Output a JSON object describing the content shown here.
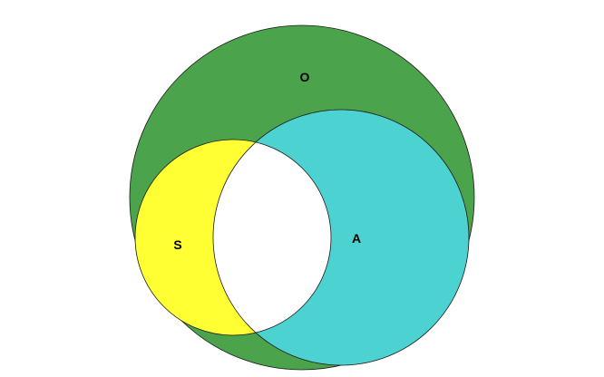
{
  "diagram": {
    "type": "venn",
    "sets": [
      {
        "label": "O",
        "color": "#4ba44b"
      },
      {
        "label": "S",
        "color": "#ffff33"
      },
      {
        "label": "A",
        "color": "#4dd2d2"
      }
    ],
    "region_colors": {
      "S_and_A": "#ffffff",
      "S_outside_O": "#e23b3b",
      "A_outside_O": "#2b44c7"
    }
  }
}
